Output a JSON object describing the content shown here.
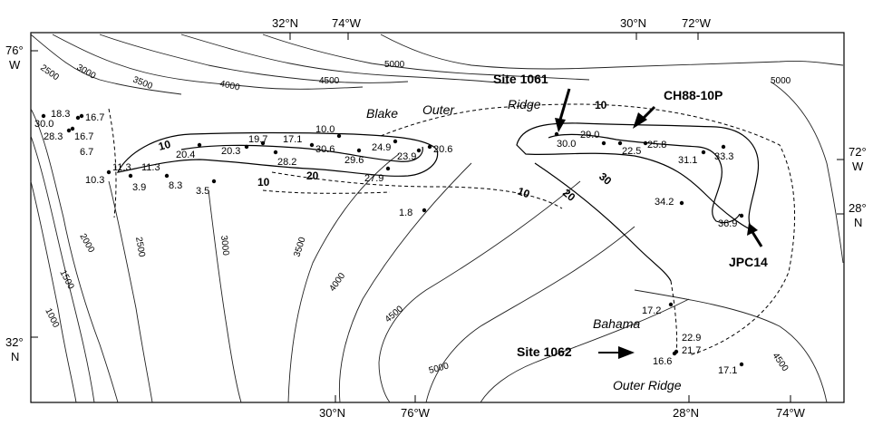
{
  "edge_labels": {
    "top_32N": "32°N",
    "top_74W": "74°W",
    "top_30N": "30°N",
    "top_72W": "72°W",
    "left_76": "76°",
    "left_W": "W",
    "left_32": "32°",
    "left_N": "N",
    "right_72": "72°",
    "right_W": "W",
    "right_28": "28°",
    "right_N": "N",
    "bottom_30N": "30°N",
    "bottom_76W": "76°W",
    "bottom_28N": "28°N",
    "bottom_74W": "74°W"
  },
  "depth_labels": [
    "2500",
    "3000",
    "3500",
    "4000",
    "4500",
    "5000",
    "5000",
    "2000",
    "1500",
    "1000",
    "2500",
    "3000",
    "3500",
    "4000",
    "4500",
    "5000",
    "4500"
  ],
  "region_labels": {
    "blake": "Blake",
    "outer": "Outer",
    "ridge": "Ridge",
    "bahama": "Bahama",
    "outer_ridge": "Outer Ridge"
  },
  "site_labels": {
    "site1061": "Site 1061",
    "ch88": "CH88-10P",
    "jpc14": "JPC14",
    "site1062": "Site 1062"
  },
  "isoline_labels": [
    "10",
    "10",
    "20",
    "10",
    "10",
    "20",
    "30"
  ],
  "values": [
    "30.0",
    "18.3",
    "16.7",
    "28.3",
    "16.7",
    "6.7",
    "10.3",
    "11.3",
    "3.9",
    "11.3",
    "8.3",
    "3.5",
    "20.4",
    "20.3",
    "19.7",
    "28.2",
    "17.1",
    "10.0",
    "30.6",
    "29.6",
    "24.9",
    "23.9",
    "20.6",
    "27.9",
    "1.8",
    "30.0",
    "29.0",
    "22.5",
    "25.8",
    "31.1",
    "33.3",
    "34.2",
    "36.9",
    "17.2",
    "22.9",
    "21.7",
    "16.6",
    "17.1"
  ]
}
